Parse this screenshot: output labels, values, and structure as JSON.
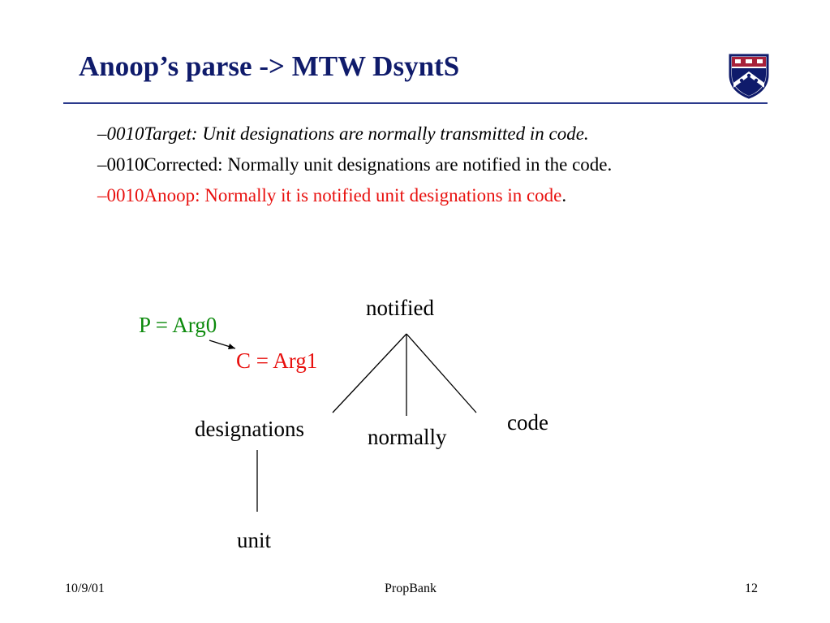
{
  "slide": {
    "title": "Anoop’s parse -> MTW DsyntS",
    "lines": {
      "target": {
        "dash": "–",
        "label": "0010Target",
        "sep": ":  ",
        "text": "Unit designations are normally transmitted in code."
      },
      "corrected": {
        "text": "–0010Corrected:  Normally unit designations are notified in the code."
      },
      "anoop": {
        "text": "–0010Anoop:  Normally it is notified unit designations in code",
        "period": "."
      }
    },
    "colors": {
      "title": "#0f1b6b",
      "anoop_line": "#e8100e",
      "arg0": "#0c8a0c",
      "arg1": "#e8100e"
    }
  },
  "diagram": {
    "nodes": {
      "root": "notified",
      "designations": "designations",
      "normally": "normally",
      "code": "code",
      "unit": "unit"
    },
    "labels": {
      "arg0": "P = Arg0",
      "arg1": "C = Arg1"
    }
  },
  "footer": {
    "date": "10/9/01",
    "center": "PropBank",
    "page": "12"
  },
  "icons": {
    "logo": "university-shield-icon"
  }
}
